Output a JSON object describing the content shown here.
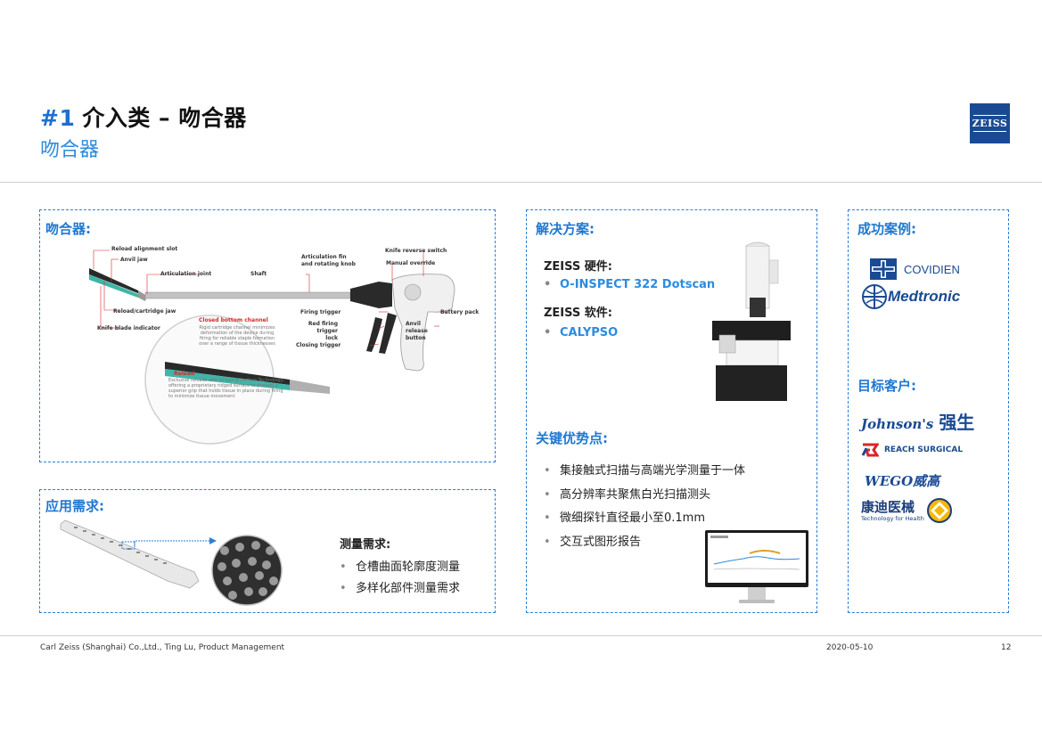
{
  "header": {
    "number": "#1",
    "title": "介入类 – 吻合器",
    "subtitle": "吻合器",
    "logo_text": "ZEISS"
  },
  "stapler_panel": {
    "title": "吻合器:",
    "labels": {
      "reload_alignment_slot": "Reload alignment slot",
      "anvil_jaw": "Anvil jaw",
      "articulation_joint": "Articulation joint",
      "shaft": "Shaft",
      "articulation_fin": "Articulation fin and rotating knob",
      "knife_reverse_switch": "Knife reverse switch",
      "manual_override": "Manual override",
      "reload_cartridge_jaw": "Reload/cartridge jaw",
      "knife_blade_indicator": "Knife blade indicator",
      "firing_trigger": "Firing trigger",
      "battery_pack": "Battery pack",
      "red_firing_trigger_lock": "Red firing trigger lock",
      "anvil_release_button": "Anvil release button",
      "closing_trigger": "Closing trigger",
      "closed_bottom_channel": "Closed bottom channel",
      "closed_bottom_note": "Rigid cartridge channel minimizes deformation of the device during firing for reliable staple formation over a range of tissue thicknesses",
      "reload": "Reload",
      "reload_note": "Exclusive reloads with Gripping Surface Technology, offering a proprietary ridged surface to provide a superior grip that holds tissue in place during firing to minimize tissue movement"
    }
  },
  "application_panel": {
    "title": "应用需求:",
    "req_title": "测量需求:",
    "items": [
      "仓槽曲面轮廓度测量",
      "多样化部件测量需求"
    ]
  },
  "solution_panel": {
    "title": "解决方案:",
    "hardware_label": "ZEISS 硬件:",
    "hardware_item": "O-INSPECT 322 Dotscan",
    "software_label": "ZEISS 软件:",
    "software_item": "CALYPSO",
    "advantages_title": "关键优势点:",
    "advantages": [
      "集接触式扫描与高端光学测量于一体",
      "高分辨率共聚焦白光扫描测头",
      "微细探针直径最小至0.1mm",
      "交互式图形报告"
    ]
  },
  "cases_panel": {
    "title": "成功案例:",
    "covidien": "COVIDIEN",
    "medtronic": "Medtronic",
    "target_title": "目标客户:",
    "johnson_script": "Johnson's",
    "johnson_cn": "强生",
    "reach": "REACH SURGICAL",
    "wego": "WEGO",
    "wego_cn": "威高",
    "kangdi_cn": "康迪医械",
    "kangdi_en": "Technology for Health"
  },
  "footer": {
    "left": "Carl Zeiss (Shanghai) Co.,Ltd., Ting Lu, Product Management",
    "date": "2020-05-10",
    "page": "12"
  },
  "colors": {
    "accent": "#1f78d1",
    "zeiss_blue": "#1a4a93",
    "link_blue": "#2c8be0"
  }
}
